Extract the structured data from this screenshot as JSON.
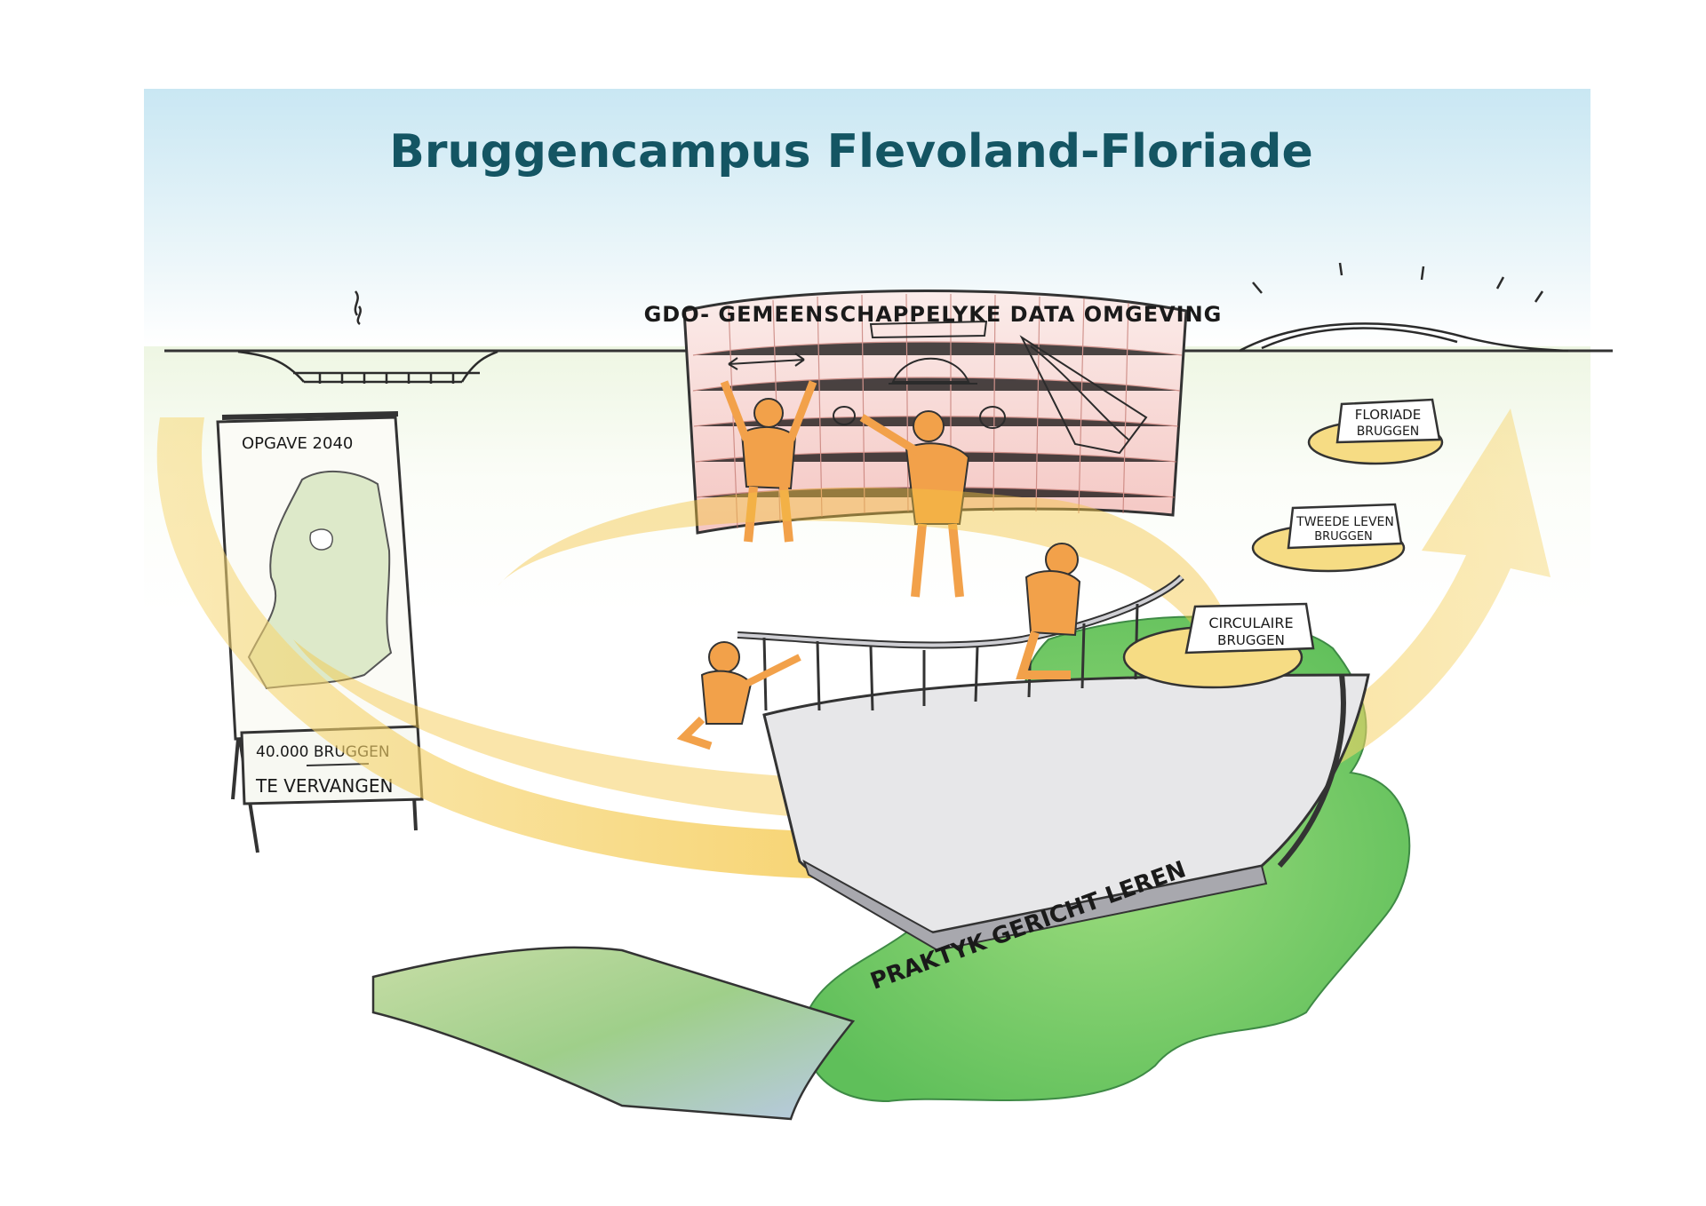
{
  "poster": {
    "title": "Bruggencampus Flevoland-Floriade"
  },
  "gdo_wall": {
    "label": "GDO- GEMEENSCHAPPELYKE DATA OMGEVING"
  },
  "flipchart": {
    "heading": "OPGAVE 2040",
    "sign_line1": "40.000 BRUGGEN",
    "sign_line2": "TE VERVANGEN"
  },
  "plinths": {
    "floriade": [
      "FLORIADE",
      "BRUGGEN"
    ],
    "tweede_leven": [
      "TWEEDE LEVEN",
      "BRUGGEN"
    ],
    "circulaire": [
      "CIRCULAIRE",
      "BRUGGEN"
    ]
  },
  "island": {
    "label": "PRAKTYK GERICHT LEREN"
  },
  "colors": {
    "title": "#145563",
    "sky_top": "#cfe9f3",
    "arrow_yellow": "#f4c542",
    "figure_orange": "#f2a14a",
    "island_green": "#7ccf6b",
    "plinth_yellow": "#f6dc84"
  }
}
